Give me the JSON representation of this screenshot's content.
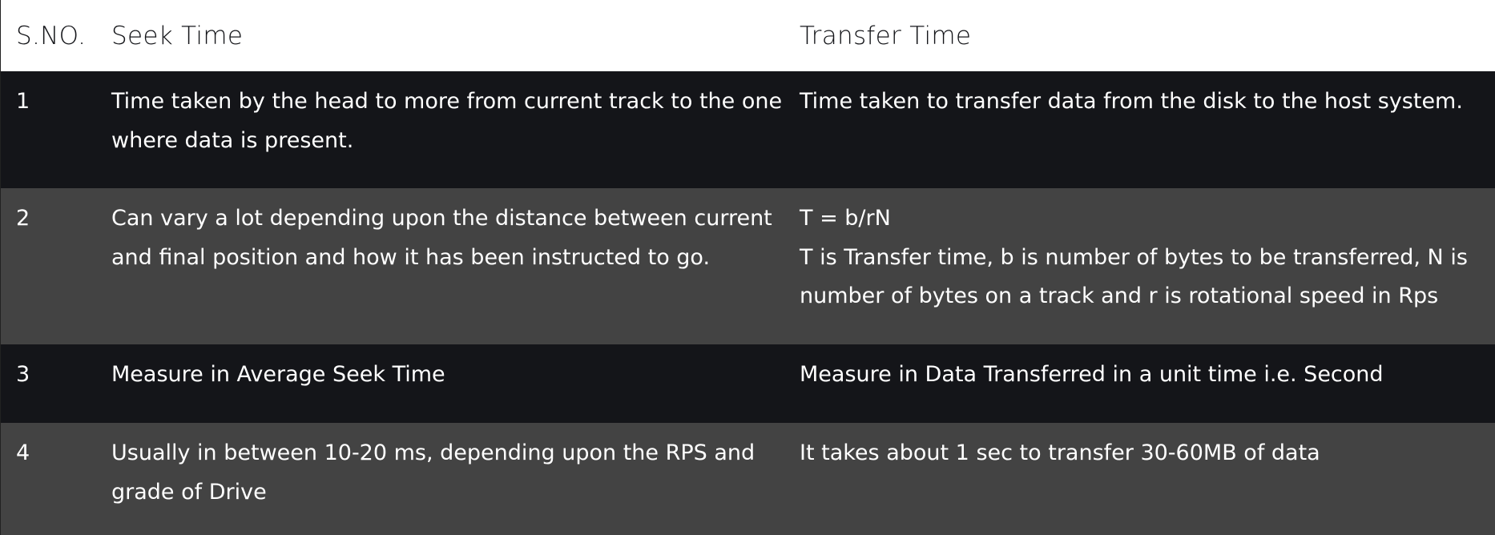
{
  "header": {
    "sno": "S.NO.",
    "seek": "Seek Time",
    "transfer": "Transfer Time"
  },
  "rows": [
    {
      "sno": "1",
      "seek": [
        "Time taken by the head to more from current track to the one",
        "where data is present."
      ],
      "transfer": [
        "Time taken to transfer data from the disk to the host system."
      ]
    },
    {
      "sno": "2",
      "seek": [
        "Can vary a lot depending upon the distance between current",
        "and final position and how it has been instructed to go."
      ],
      "transfer": [
        "T = b/rN",
        "T is Transfer time, b is number of bytes to be transferred, N is",
        "number of bytes on a track and r is rotational speed in Rps"
      ]
    },
    {
      "sno": "3",
      "seek": [
        "Measure in Average Seek Time"
      ],
      "transfer": [
        "Measure in Data Transferred in a unit time i.e. Second"
      ]
    },
    {
      "sno": "4",
      "seek": [
        "Usually in between 10-20 ms, depending upon the RPS and",
        "grade of Drive"
      ],
      "transfer": [
        "It takes about 1 sec to transfer 30-60MB of data"
      ]
    }
  ]
}
